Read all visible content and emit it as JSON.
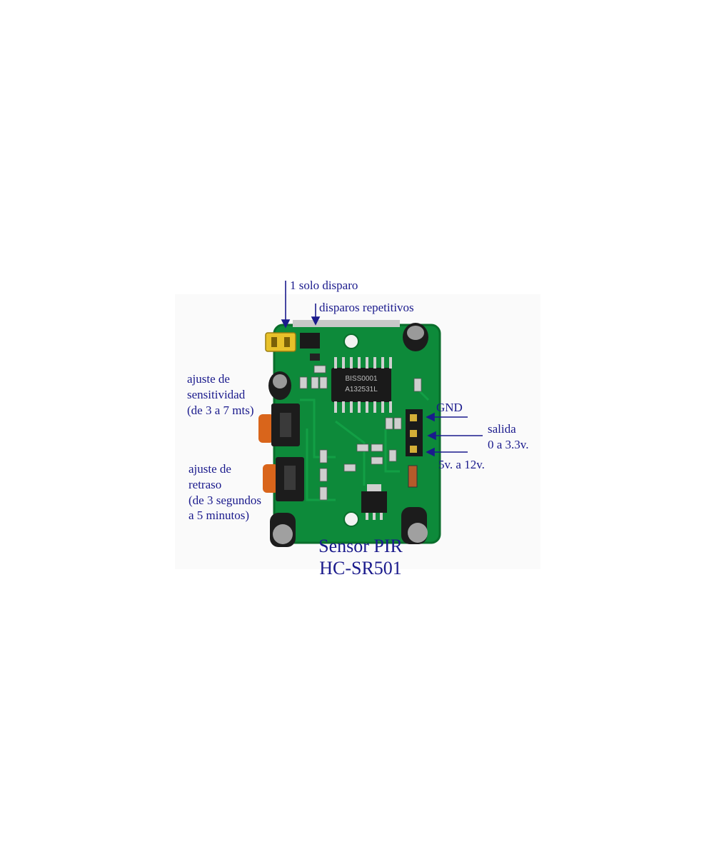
{
  "labels": {
    "single_trigger": "1 solo disparo",
    "repeat_trigger": "disparos repetitivos",
    "sensitivity": [
      "ajuste de",
      "sensitividad",
      "(de 3 a 7 mts)"
    ],
    "delay": [
      "ajuste de",
      "retraso",
      "(de 3 segundos",
      "a 5 minutos)"
    ],
    "gnd": "GND",
    "output": [
      "salida",
      "0 a 3.3v."
    ],
    "power": "5v. a 12v."
  },
  "caption": [
    "Sensor PIR",
    "HC-SR501"
  ],
  "chip_markings": [
    "BISS0001",
    "A132531L"
  ],
  "colors": {
    "label": "#1a1a8c",
    "pcb": "#0d8a3a",
    "pcb_dark": "#0a6e2c",
    "jumper": "#e8c12a",
    "pot": "#d9651b"
  }
}
